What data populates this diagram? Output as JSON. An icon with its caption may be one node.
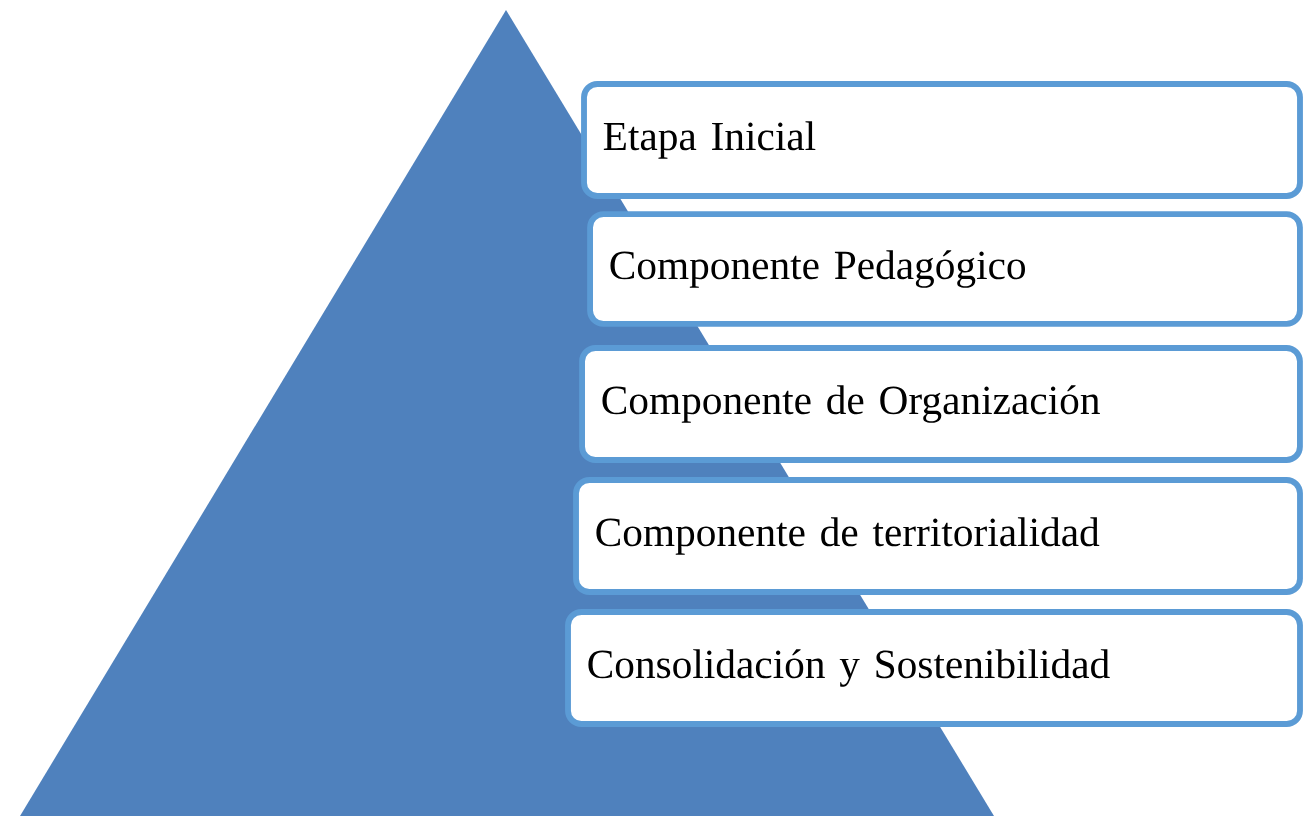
{
  "diagram": {
    "nodes": [
      {
        "text": [
          "Etapa Inicial"
        ]
      },
      {
        "text": [
          "Componente Pedagógico"
        ]
      },
      {
        "text": [
          "Componente de Organización"
        ]
      },
      {
        "text": [
          "Componente de territorialidad"
        ]
      },
      {
        "text": [
          "Consolidación y Sostenibilidad"
        ]
      }
    ]
  }
}
